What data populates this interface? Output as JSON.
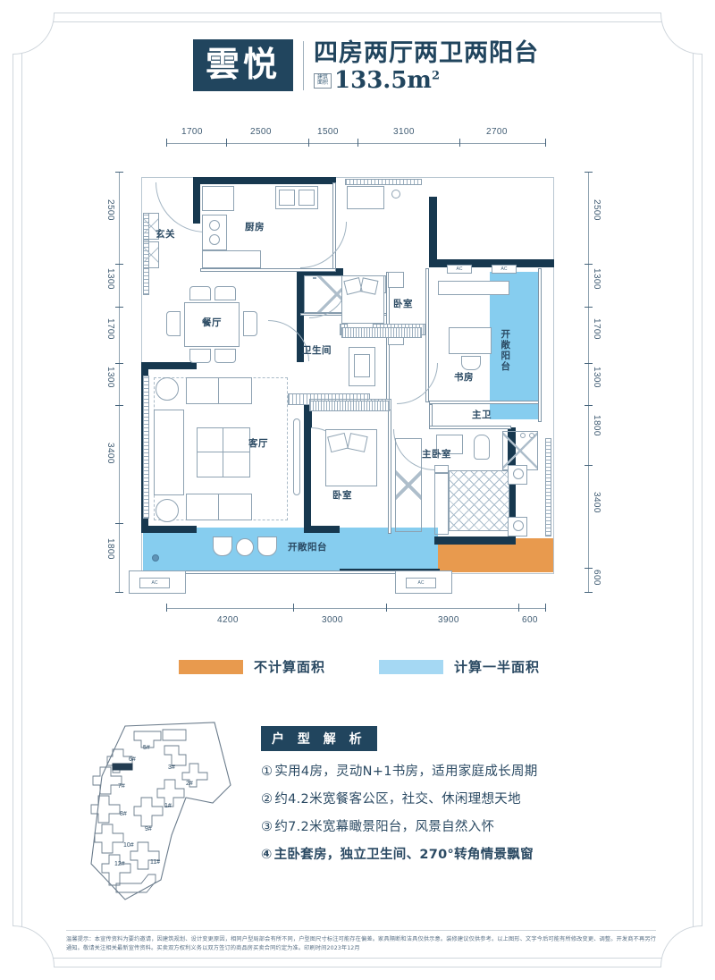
{
  "header": {
    "name": "雲悦",
    "subtitle": "四房两厅两卫两阳台",
    "area_label": "建筑面积",
    "area_value": "133.5m",
    "area_sup": "2"
  },
  "dimensions": {
    "top": [
      "1700",
      "2500",
      "1500",
      "3100",
      "2700"
    ],
    "left": [
      "2500",
      "1300",
      "1700",
      "1300",
      "3400",
      "1800"
    ],
    "right": [
      "2500",
      "1300",
      "1700",
      "1300",
      "1800",
      "3400",
      "600"
    ],
    "bottom": [
      "4200",
      "3000",
      "3900",
      "600"
    ]
  },
  "rooms": {
    "entry": "玄关",
    "kitchen": "厨房",
    "dining": "餐厅",
    "bathroom": "卫生间",
    "bedroom2": "卧室",
    "study": "书房",
    "balcony_east": "开敞阳台",
    "master_bath": "主卫",
    "living": "客厅",
    "bedroom3": "卧室",
    "master_bedroom": "主卧室",
    "balcony_south": "开敞阳台"
  },
  "ac_units": [
    "AC",
    "AC",
    "AC",
    "AC"
  ],
  "legend": {
    "items": [
      {
        "color": "#e89a4e",
        "label": "不计算面积"
      },
      {
        "color": "#a5d8f3",
        "label": "计算一半面积"
      }
    ]
  },
  "sitemap": {
    "buildings": [
      "1#",
      "2#",
      "3#",
      "5#",
      "6#",
      "7#",
      "8#",
      "9#",
      "10#",
      "11#",
      "12#"
    ],
    "highlighted": "6#"
  },
  "analysis": {
    "title": "户 型 解 析",
    "items": [
      {
        "num": "①",
        "text": "实用4房，灵动N+1书房，适用家庭成长周期"
      },
      {
        "num": "②",
        "text": "约4.2米宽餐客公区，社交、休闲理想天地"
      },
      {
        "num": "③",
        "text": "约7.2米宽幕瞰景阳台，风景自然入怀"
      },
      {
        "num": "④",
        "text": "主卧套房，独立卫生间、270°转角情景飘窗"
      }
    ]
  },
  "footer": {
    "text": "温馨提示：本宣传资料为要约邀请，因建筑规划、设计变更原因，相同户型局部会有所不同，户型图尺寸标注可能存在偏差。家具隔断和洁具仅供示意。装修建议仅供参考。以上图形、文字今后可能有所修改变更、调整。开发商不再另行通知。敬请关注相关最新宣传资料。买卖双方权利义务以双方签订的商品房买卖合同约定为准。印刷时间2023年12月"
  }
}
